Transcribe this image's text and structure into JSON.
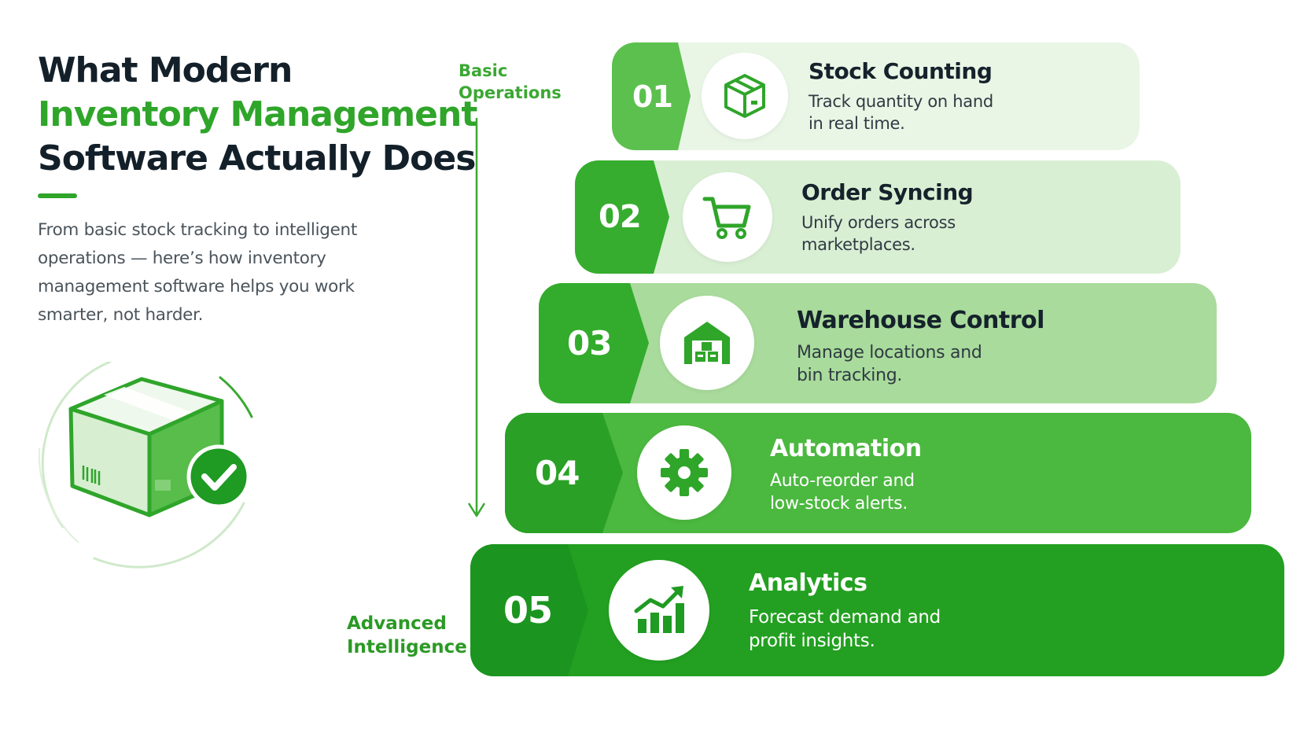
{
  "colors": {
    "accent": "#2fa52a",
    "title_dark": "#13202a",
    "step_1": "#e9f6e6",
    "step_2": "#d9efd4",
    "step_3": "#a9db9c",
    "step_4": "#4bb83f",
    "step_5": "#23a021"
  },
  "header": {
    "title_line_1": "What Modern",
    "title_line_2": "Inventory Management",
    "title_line_3": "Software Actually Does",
    "intro": "From basic stock tracking to intelligent operations — here’s how inventory management software helps you work smarter, not harder."
  },
  "hero": {
    "icon": "box-check-icon",
    "check_icon": "check-icon"
  },
  "axis": {
    "top_label": "Basic\nOperations",
    "bottom_label": "Advanced\nIntelligence"
  },
  "steps": [
    {
      "number": "01",
      "title": "Stock Counting",
      "description": "Track quantity on hand\nin real time.",
      "icon": "box-icon"
    },
    {
      "number": "02",
      "title": "Order Syncing",
      "description": "Unify orders across\nmarketplaces.",
      "icon": "cart-icon"
    },
    {
      "number": "03",
      "title": "Warehouse Control",
      "description": "Manage locations and\nbin tracking.",
      "icon": "warehouse-icon"
    },
    {
      "number": "04",
      "title": "Automation",
      "description": "Auto-reorder and\nlow-stock alerts.",
      "icon": "gear-icon"
    },
    {
      "number": "05",
      "title": "Analytics",
      "description": "Forecast demand and\nprofit insights.",
      "icon": "chart-icon"
    }
  ]
}
